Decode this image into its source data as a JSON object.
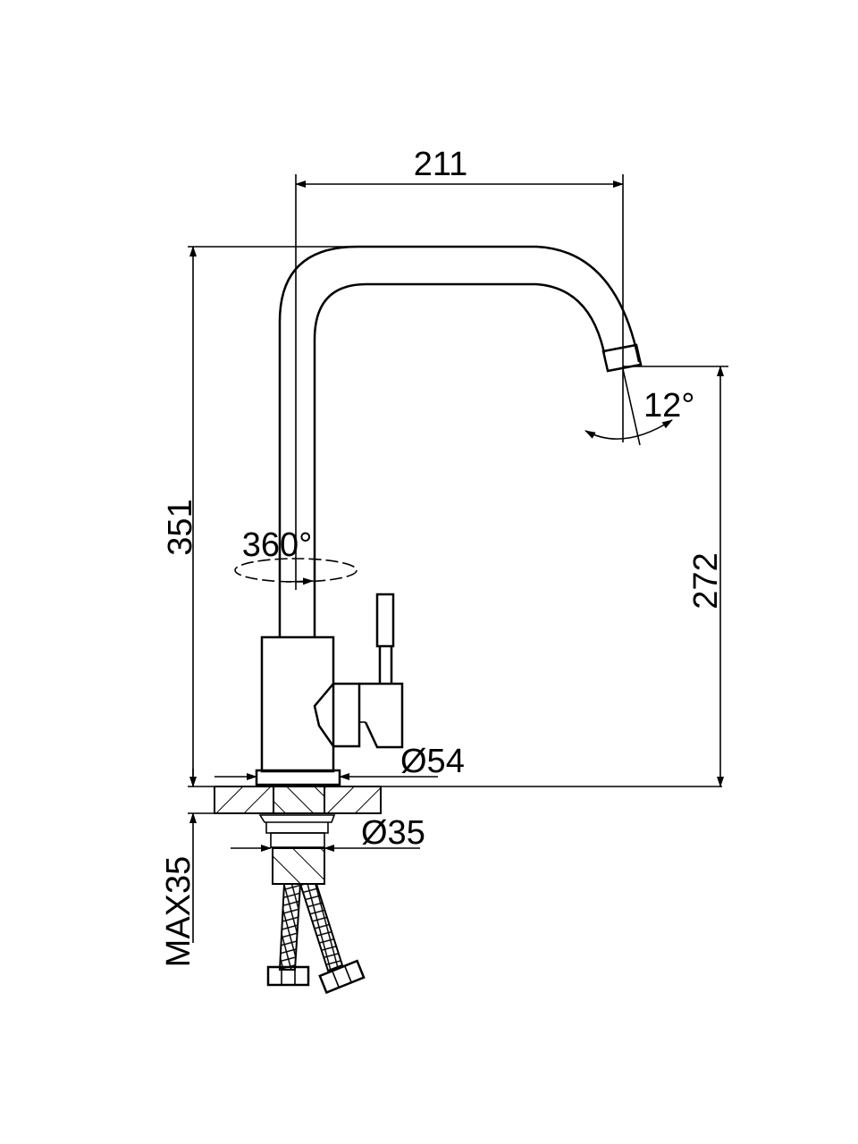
{
  "drawing": {
    "subject": "faucet",
    "dimensions": {
      "spout_reach": "211",
      "total_height": "351",
      "spout_height": "272",
      "swivel": "360°",
      "spout_angle": "12°",
      "base_diameter": "Ø54",
      "shank_diameter": "Ø35",
      "max_counter_thickness": "MAX35"
    },
    "colors": {
      "line": "#000000",
      "background": "#ffffff"
    }
  }
}
